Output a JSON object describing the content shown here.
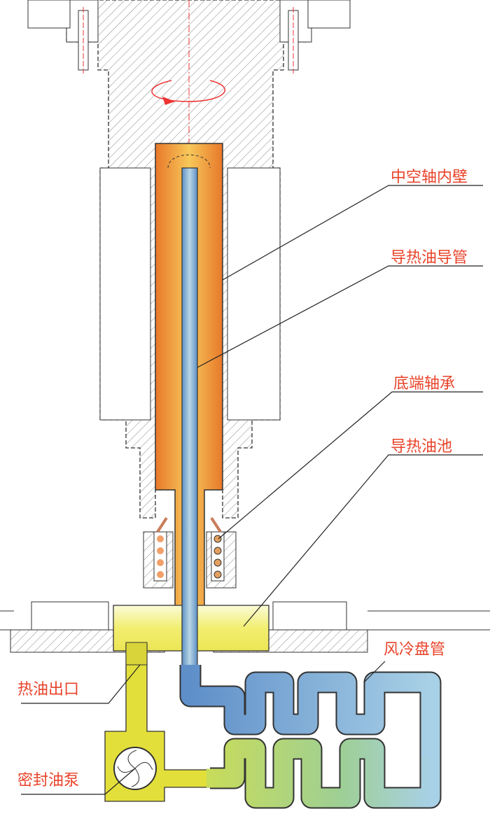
{
  "labels": {
    "hollow_shaft_inner_wall": "中空轴内壁",
    "oil_guide_tube": "导热油导管",
    "bottom_bearing": "底端轴承",
    "oil_pool": "导热油池",
    "air_cooling_coil": "风冷盘管",
    "hot_oil_outlet": "热油出口",
    "sealed_oil_pump": "密封油泵"
  },
  "colors": {
    "label": "#e8432a",
    "hot_oil_outer": "#e8862a",
    "hot_oil_inner": "#f7c04a",
    "tube": "#7fb2d8",
    "pool": "#f0ee6a",
    "coil_cool": "#6f9fd0",
    "coil_green": "#b8d468",
    "outline": "#333333"
  }
}
